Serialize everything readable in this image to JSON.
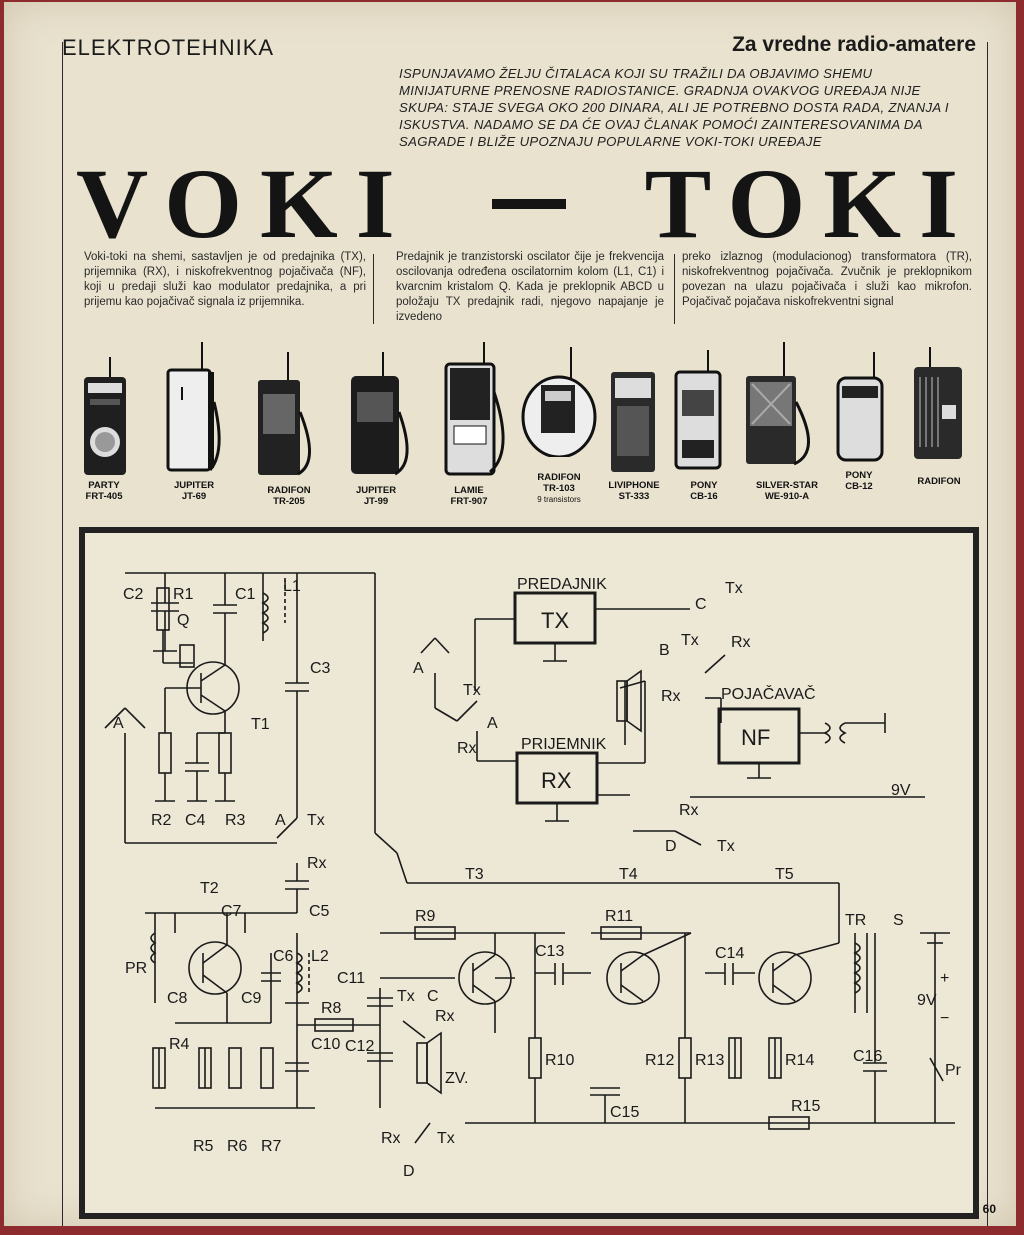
{
  "header": {
    "section": "ELEKTROTEHNIKA",
    "tagline": "Za vredne radio-amatere"
  },
  "intro": "ISPUNJAVAMO ŽELJU ČITALACA KOJI SU TRAŽILI DA OBJAVIMO SHEMU MINIJATURNE PRENOSNE RADIOSTANICE. GRADNJA OVAKVOG UREĐAJA NIJE SKUPA: STAJE SVEGA OKO 200 DINARA, ALI JE POTREBNO DOSTA RADA, ZNANJA I ISKUSTVA. NADAMO SE DA ĆE OVAJ ČLANAK POMOĆI ZAINTERESOVANIMA DA SAGRADE I BLIŽE UPOZNAJU POPULARNE VOKI-TOKI UREĐAJE",
  "title": {
    "left": "VOKI",
    "right": "TOKI"
  },
  "columns": [
    "Voki-toki na shemi, sastavljen je od predajnika (TX), prijemnika (RX), i niskofrekventnog pojačivača (NF), koji u predaji služi kao modulator predajnika, a pri prijemu kao pojačivač signala iz prijemnika.",
    "Predajnik je tranzistorski oscilator čije je frekvencija oscilovanja određena oscilatornim kolom (L1, C1) i kvarcnim kristalom Q. Kada je preklopnik ABCD u položaju TX predajnik radi, njegovo napajanje je izvedeno",
    "preko izlaznog (modulacionog) transformatora (TR), niskofrekventnog pojačivača. Zvučnik je preklopnikom povezan na ulazu pojačivača i služi kao mikrofon. Pojačivač pojačava niskofrekventni signal"
  ],
  "radios": [
    {
      "name": "PARTY",
      "model": "FRT-405"
    },
    {
      "name": "JUPITER",
      "model": "JT-69"
    },
    {
      "name": "RADIFON",
      "model": "TR-205"
    },
    {
      "name": "JUPITER",
      "model": "JT-99"
    },
    {
      "name": "LAMIE",
      "model": "FRT-907"
    },
    {
      "name": "RADIFON",
      "model": "TR-103",
      "note": "9 transistors"
    },
    {
      "name": "LIVIPHONE",
      "model": "ST-333"
    },
    {
      "name": "PONY",
      "model": "CB-16"
    },
    {
      "name": "SILVER-STAR",
      "model": "WE-910-A"
    },
    {
      "name": "PONY",
      "model": "CB-12"
    },
    {
      "name": "RADIFON",
      "model": ""
    }
  ],
  "block_diagram": {
    "tx_title": "PREDAJNIK",
    "tx": "TX",
    "rx_title": "PRIJEMNIK",
    "rx": "RX",
    "amp_title": "POJAČAVAČ",
    "amp": "NF",
    "labels": {
      "A": "A",
      "B": "B",
      "C": "C",
      "D": "D",
      "Tx": "Tx",
      "Rx": "Rx",
      "v": "9V"
    }
  },
  "schematic": {
    "components": [
      "C2",
      "R1",
      "C1",
      "L1",
      "Q",
      "C3",
      "T1",
      "R2",
      "C4",
      "R3",
      "T2",
      "C7",
      "C5",
      "PR",
      "C6",
      "L2",
      "C8",
      "C9",
      "C11",
      "R8",
      "R4",
      "C10",
      "C12",
      "R5",
      "R6",
      "R7",
      "T3",
      "R9",
      "C13",
      "T4",
      "R11",
      "C14",
      "T5",
      "TR",
      "S",
      "R10",
      "R12",
      "R13",
      "R14",
      "C16",
      "C15",
      "R15",
      "ZV.",
      "Pr",
      "9V"
    ],
    "sym": {
      "plus": "+",
      "minus": "−"
    }
  },
  "page_number": "60"
}
